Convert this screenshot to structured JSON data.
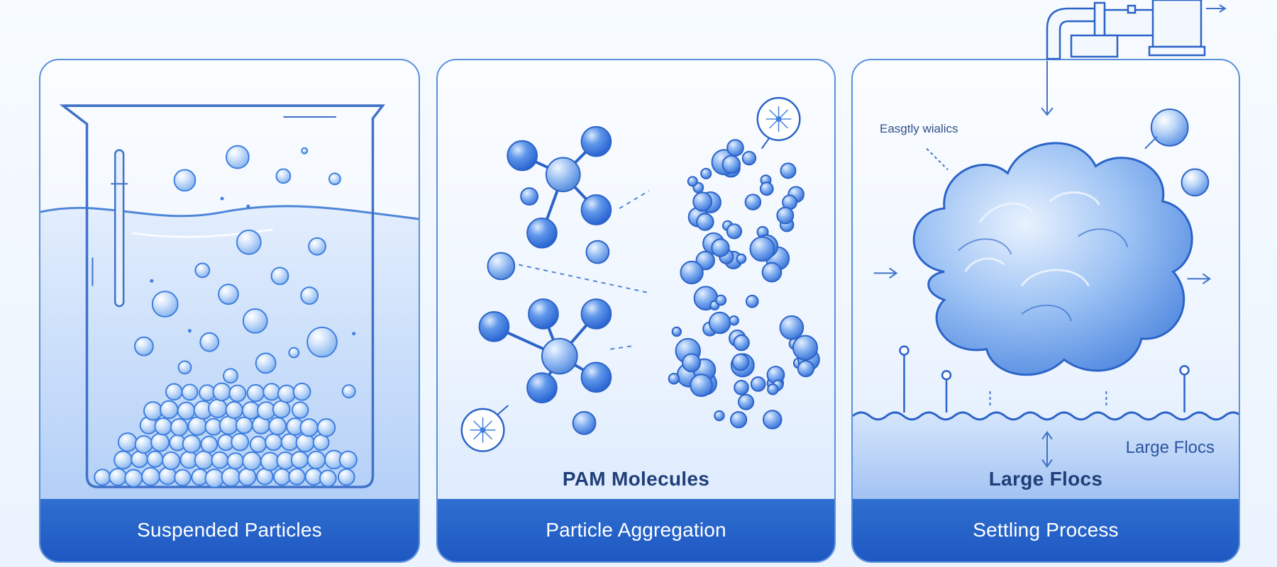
{
  "panels": [
    {
      "band_label": "Suspended Particles",
      "icon": "beaker-icon"
    },
    {
      "heading": "PAM Molecules",
      "band_label": "Particle Aggregation",
      "icon": "molecule-icon"
    },
    {
      "heading": "Large Flocs",
      "band_label": "Settling Process",
      "annotation": "Easgtly wialics",
      "side_label": "Large Flocs",
      "icon": "floc-cloud-icon"
    }
  ],
  "colors": {
    "border": "#5a8fdc",
    "band": "#1e58c2",
    "particle": "#3f7fe0",
    "particle_light": "#9cc4f5",
    "water": "#c9ddfb"
  }
}
